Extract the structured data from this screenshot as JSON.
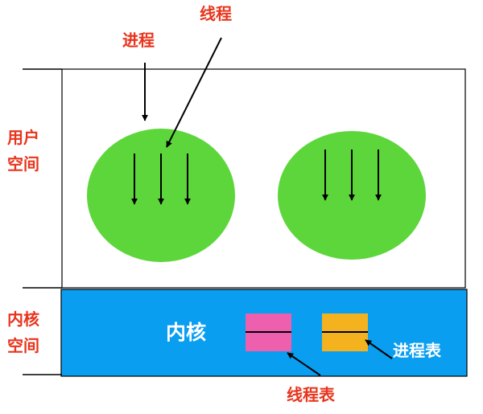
{
  "labels": {
    "process": "进程",
    "thread": "线程",
    "user_space": [
      "用户",
      "空间"
    ],
    "kernel_space": [
      "内核",
      "空间"
    ],
    "kernel": "内核",
    "process_table": "进程表",
    "thread_table": "线程表"
  },
  "colors": {
    "label_red": "#e8341c",
    "process_green": "#5cd63a",
    "kernel_blue": "#0a9ef0",
    "thread_table_pink": "#ee5fae",
    "process_table_orange": "#f5b21f",
    "line_black": "#000000",
    "kernel_text": "#ffffff"
  },
  "process_count": 2,
  "threads_per_process": 3
}
